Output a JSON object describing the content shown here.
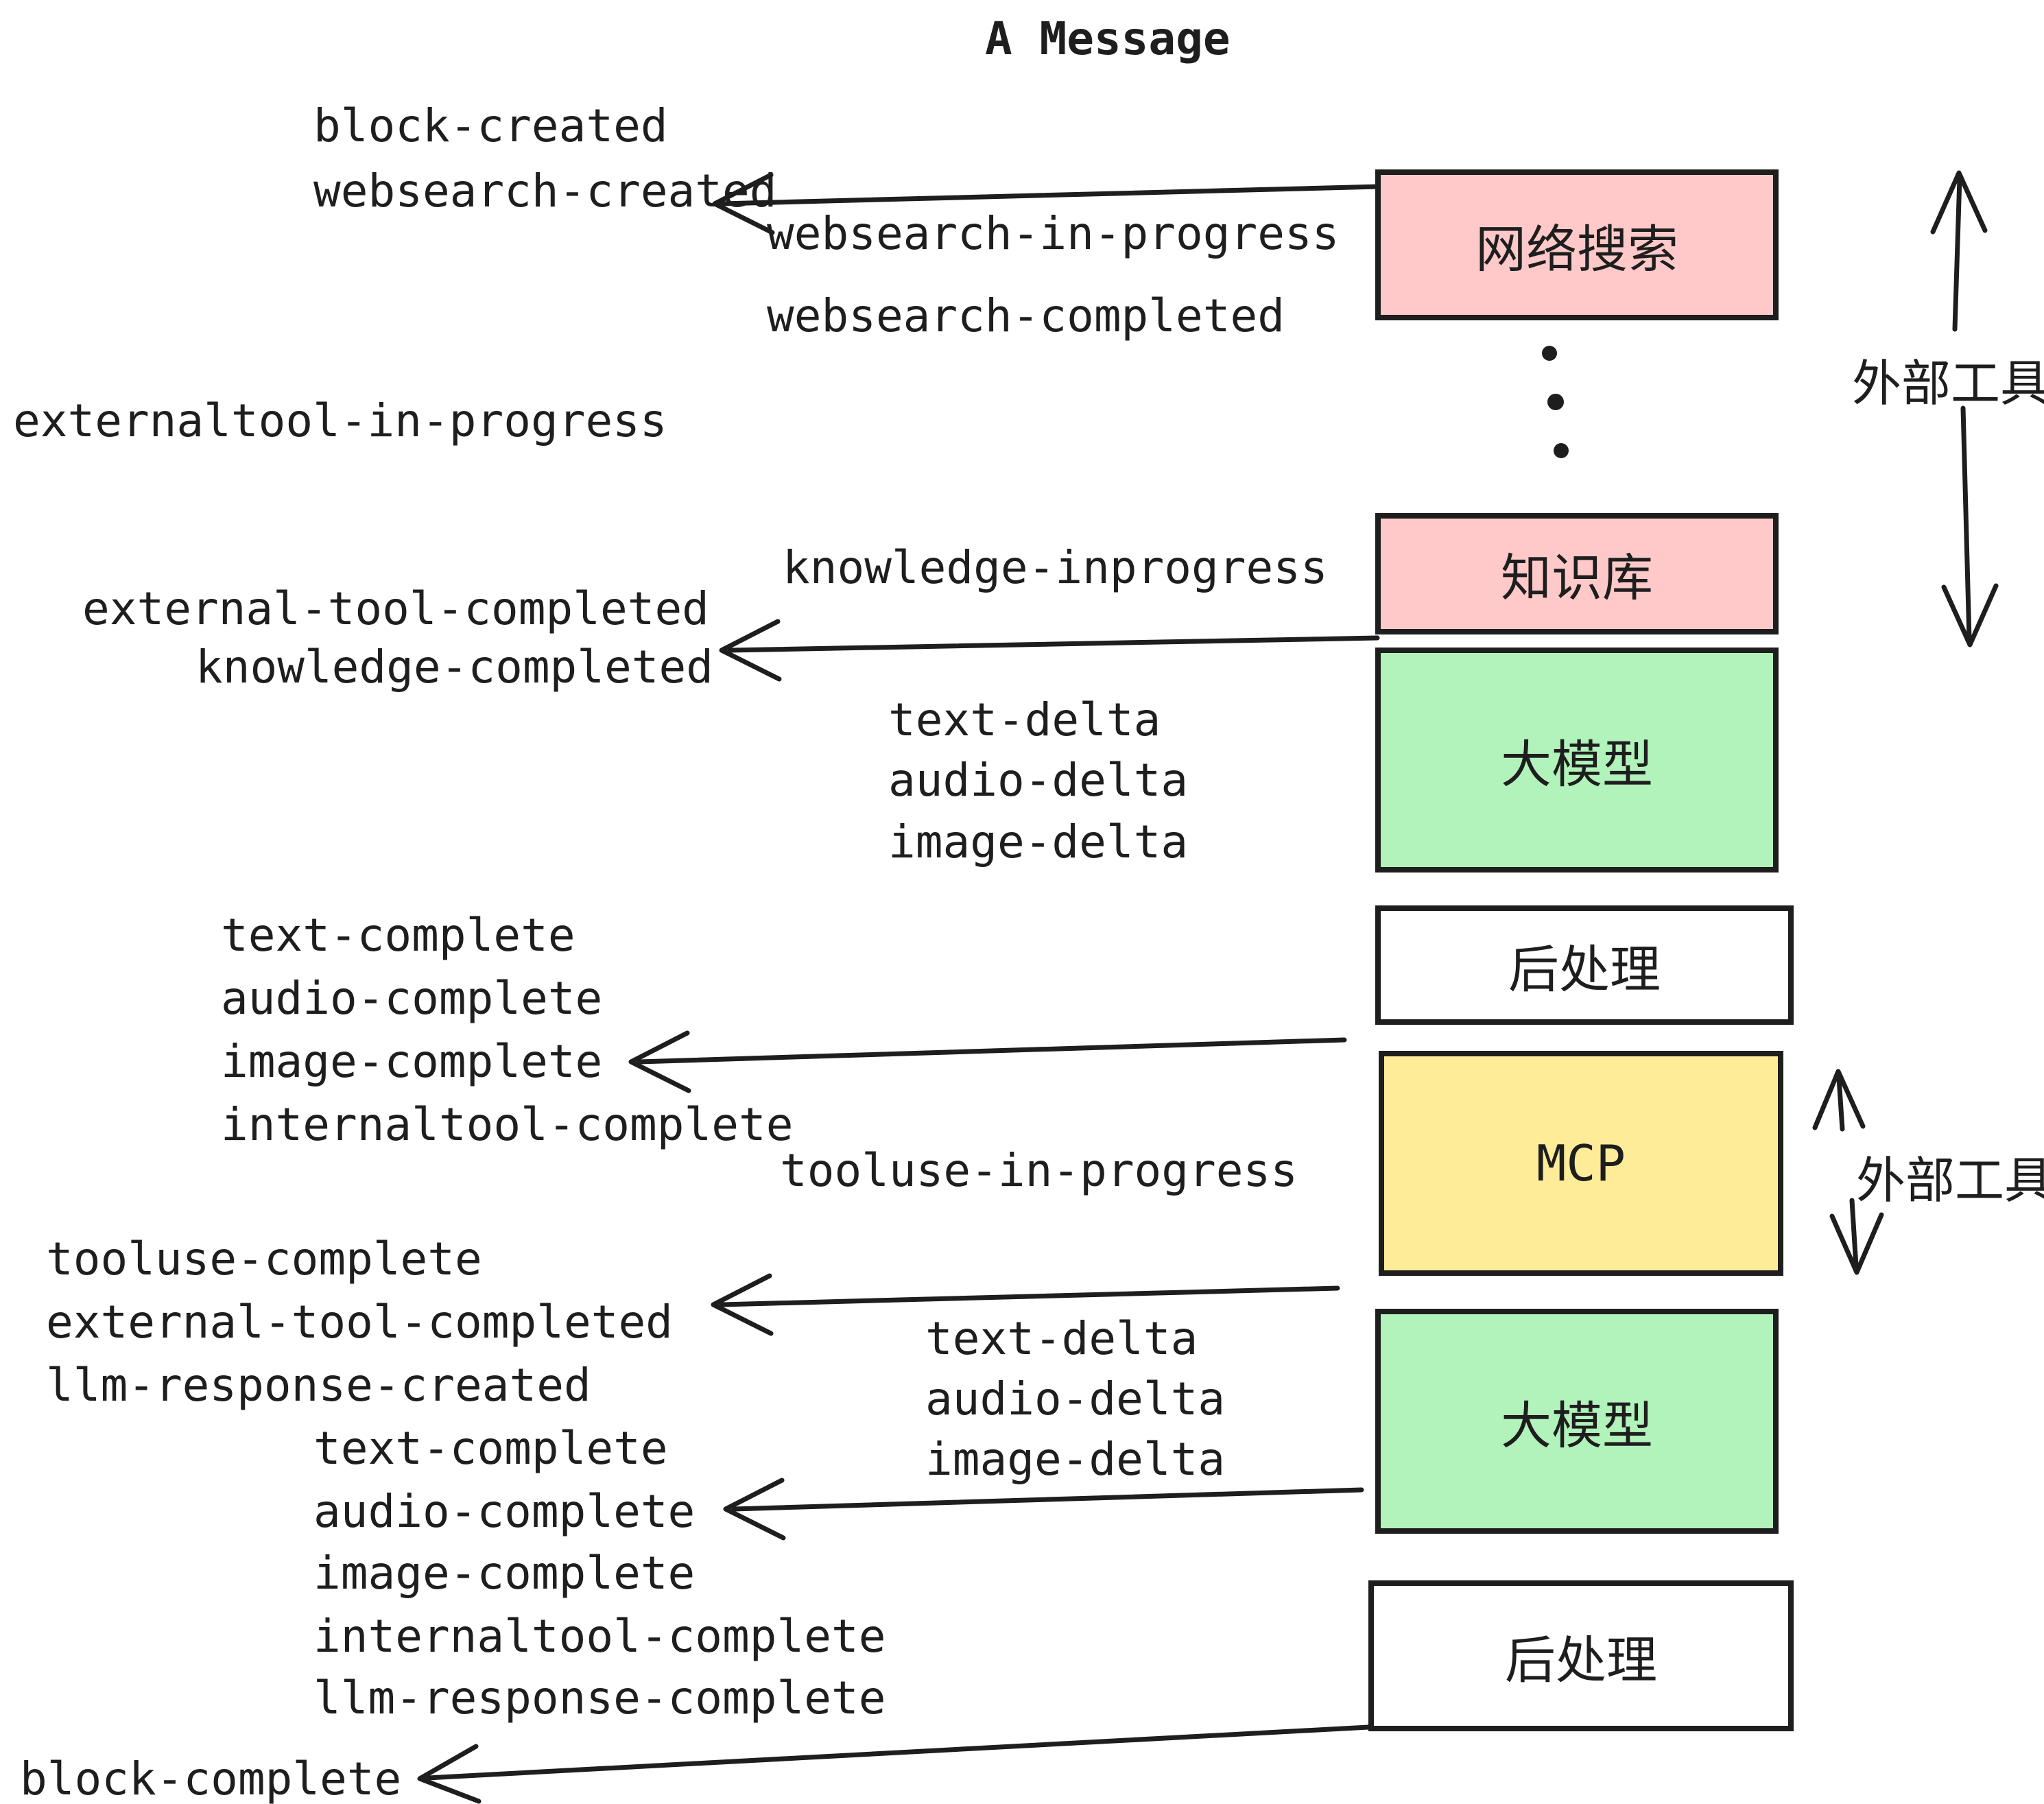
{
  "title": "A Message",
  "colors": {
    "pink": "#FFC9C9",
    "green": "#B2F2BB",
    "yellow": "#FFEC99",
    "white": "#FFFFFF",
    "ink": "#1E1E1E"
  },
  "boxes": {
    "websearch": {
      "label": "网络搜索"
    },
    "knowledge": {
      "label": "知识库"
    },
    "llm1": {
      "label": "大模型"
    },
    "post1": {
      "label": "后处理"
    },
    "mcp": {
      "label": "MCP"
    },
    "llm2": {
      "label": "大模型"
    },
    "post2": {
      "label": "后处理"
    }
  },
  "side_labels": {
    "external_tools_top": "外部工具",
    "external_tools_mid": "外部工具"
  },
  "events": {
    "block_created": "block-created",
    "websearch_created": "websearch-created",
    "websearch_in_progress": "websearch-in-progress",
    "websearch_completed": "websearch-completed",
    "externaltool_in_progress": "externaltool-in-progress",
    "knowledge_inprogress": "knowledge-inprogress",
    "external_tool_completed_1": "external-tool-completed",
    "knowledge_completed": "knowledge-completed",
    "text_delta_1": "text-delta",
    "audio_delta_1": "audio-delta",
    "image_delta_1": "image-delta",
    "text_complete_1": "text-complete",
    "audio_complete_1": "audio-complete",
    "image_complete_1": "image-complete",
    "internaltool_complete_1": "internaltool-complete",
    "tooluse_in_progress": "tooluse-in-progress",
    "tooluse_complete": "tooluse-complete",
    "external_tool_completed_2": "external-tool-completed",
    "llm_response_created": "llm-response-created",
    "text_delta_2": "text-delta",
    "audio_delta_2": "audio-delta",
    "image_delta_2": "image-delta",
    "text_complete_2": "text-complete",
    "audio_complete_2": "audio-complete",
    "image_complete_2": "image-complete",
    "internaltool_complete_2": "internaltool-complete",
    "llm_response_complete": "llm-response-complete",
    "block_complete": "block-complete"
  }
}
